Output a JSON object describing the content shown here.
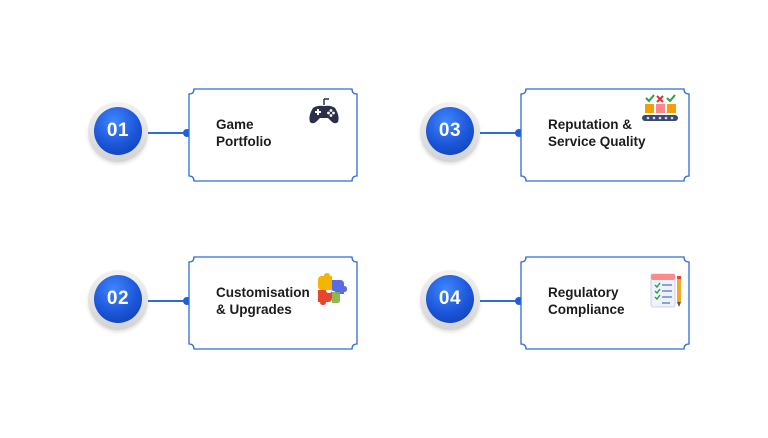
{
  "steps": [
    {
      "number": "01",
      "title": "Game\nPortfolio",
      "icon": "gamepad-icon"
    },
    {
      "number": "02",
      "title": "Customisation\n& Upgrades",
      "icon": "puzzle-icon"
    },
    {
      "number": "03",
      "title": "Reputation &\nService Quality",
      "icon": "rating-icon"
    },
    {
      "number": "04",
      "title": "Regulatory\nCompliance",
      "icon": "checklist-icon"
    }
  ],
  "colors": {
    "accent": "#1b55d8",
    "border": "#2e6bd9",
    "text": "#1c1c1c"
  }
}
